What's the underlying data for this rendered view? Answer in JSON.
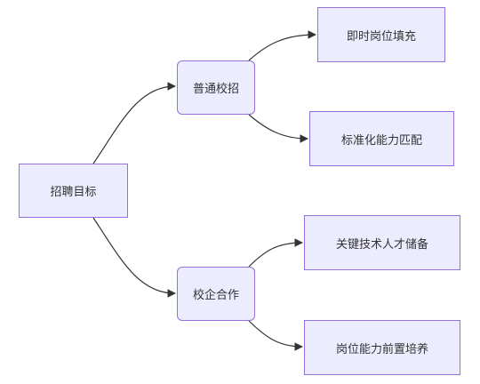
{
  "diagram": {
    "type": "flowchart",
    "direction": "LR",
    "colors": {
      "node_fill": "#ECECFF",
      "node_border": "#9370DB",
      "edge": "#333333",
      "text": "#333333"
    },
    "nodes": {
      "root": {
        "label": "招聘目标"
      },
      "a": {
        "label": "普通校招"
      },
      "b": {
        "label": "校企合作"
      },
      "a1": {
        "label": "即时岗位填充"
      },
      "a2": {
        "label": "标准化能力匹配"
      },
      "b1": {
        "label": "关键技术人才储备"
      },
      "b2": {
        "label": "岗位能力前置培养"
      }
    },
    "edges": [
      {
        "from": "root",
        "to": "a"
      },
      {
        "from": "root",
        "to": "b"
      },
      {
        "from": "a",
        "to": "a1"
      },
      {
        "from": "a",
        "to": "a2"
      },
      {
        "from": "b",
        "to": "b1"
      },
      {
        "from": "b",
        "to": "b2"
      }
    ]
  }
}
